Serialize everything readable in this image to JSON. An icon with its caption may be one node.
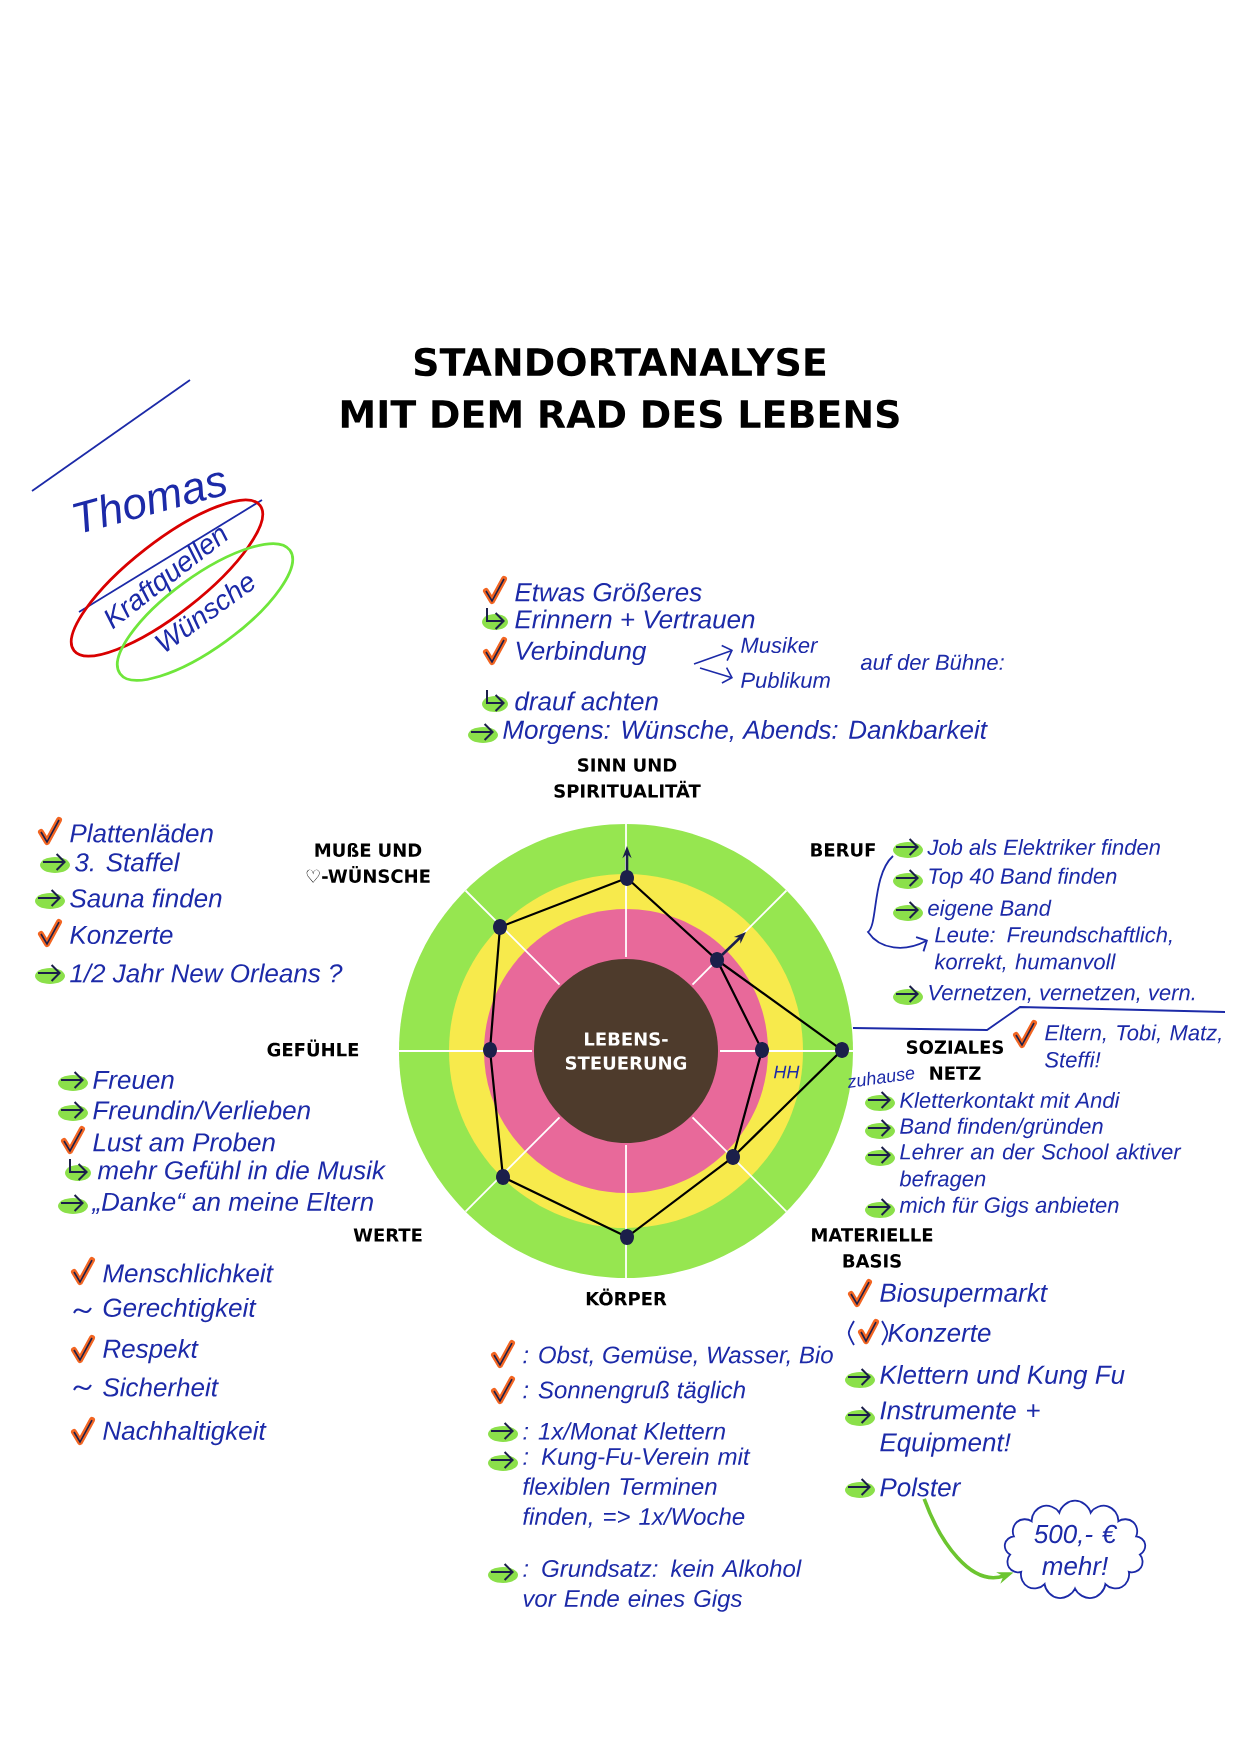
{
  "diagram": {
    "title": "STANDORTANALYSE MIT DEM RAD DES LEBENS",
    "nodes": [
      {
        "text": [
          "LEBENS- STEUERUNG"
        ]
      },
      {
        "text": [
          "Kraftquellen"
        ]
      },
      {
        "text": [
          "Wünsche"
        ]
      },
      {
        "text": [
          "Polster"
        ]
      },
      {
        "text": [
          "500,- € mehr!"
        ]
      }
    ],
    "edges": [
      {
        "from": 3,
        "to": 4,
        "arrow": "to"
      }
    ],
    "labels": [
      "Thomas",
      "Etwas Größeres",
      "Erinnern + Vertrauen",
      "Verbindung",
      "Musiker",
      "Publikum",
      "auf der Bühne:",
      "drauf achten",
      "Morgens: Wünsche, Abends: Dankbarkeit",
      "SINN UND SPIRITUALITÄT",
      "Plattenläden",
      "3. Staffel",
      "MUßE UND ♡-WÜNSCHE",
      "BERUF",
      "Job als Elektriker finden",
      "Top 40 Band finden",
      "eigene Band",
      "Sauna finden",
      "Konzerte",
      "Leute: Freundschaftlich, korrekt, humanvoll",
      "1/2 Jahr New Orleans ?",
      "Vernetzen, vernetzen, vern.",
      "Eltern, Tobi, Matz, Steffi!",
      "GEFÜHLE",
      "SOZIALES NETZ",
      "HH",
      "zuhause",
      "Freuen",
      "Freundin/Verlieben",
      "Kletterkontakt mit Andi",
      "Lust am Proben",
      "Band finden/gründen",
      "mehr Gefühl in die Musik",
      "Lehrer an der School aktiver befragen",
      "„Danke“ an meine Eltern",
      "mich für Gigs anbieten",
      "WERTE",
      "MATERIELLE BASIS",
      "Menschlichkeit",
      "KÖRPER",
      "Biosupermarkt",
      "Gerechtigkeit",
      "Konzerte",
      "Respekt",
      "Klettern und Kung Fu",
      "Sicherheit",
      "Nachhaltigkeit",
      ": Obst, Gemüse, Wasser, Bio",
      ": Sonnengruß täglich",
      "Instrumente + Equipment!",
      ": 1x/Monat Klettern",
      ": Kung-Fu-Verein mit flexiblen Terminen finden, => 1x/Woche",
      ": Grundsatz: kein Alkohol vor Ende eines Gigs"
    ]
  }
}
